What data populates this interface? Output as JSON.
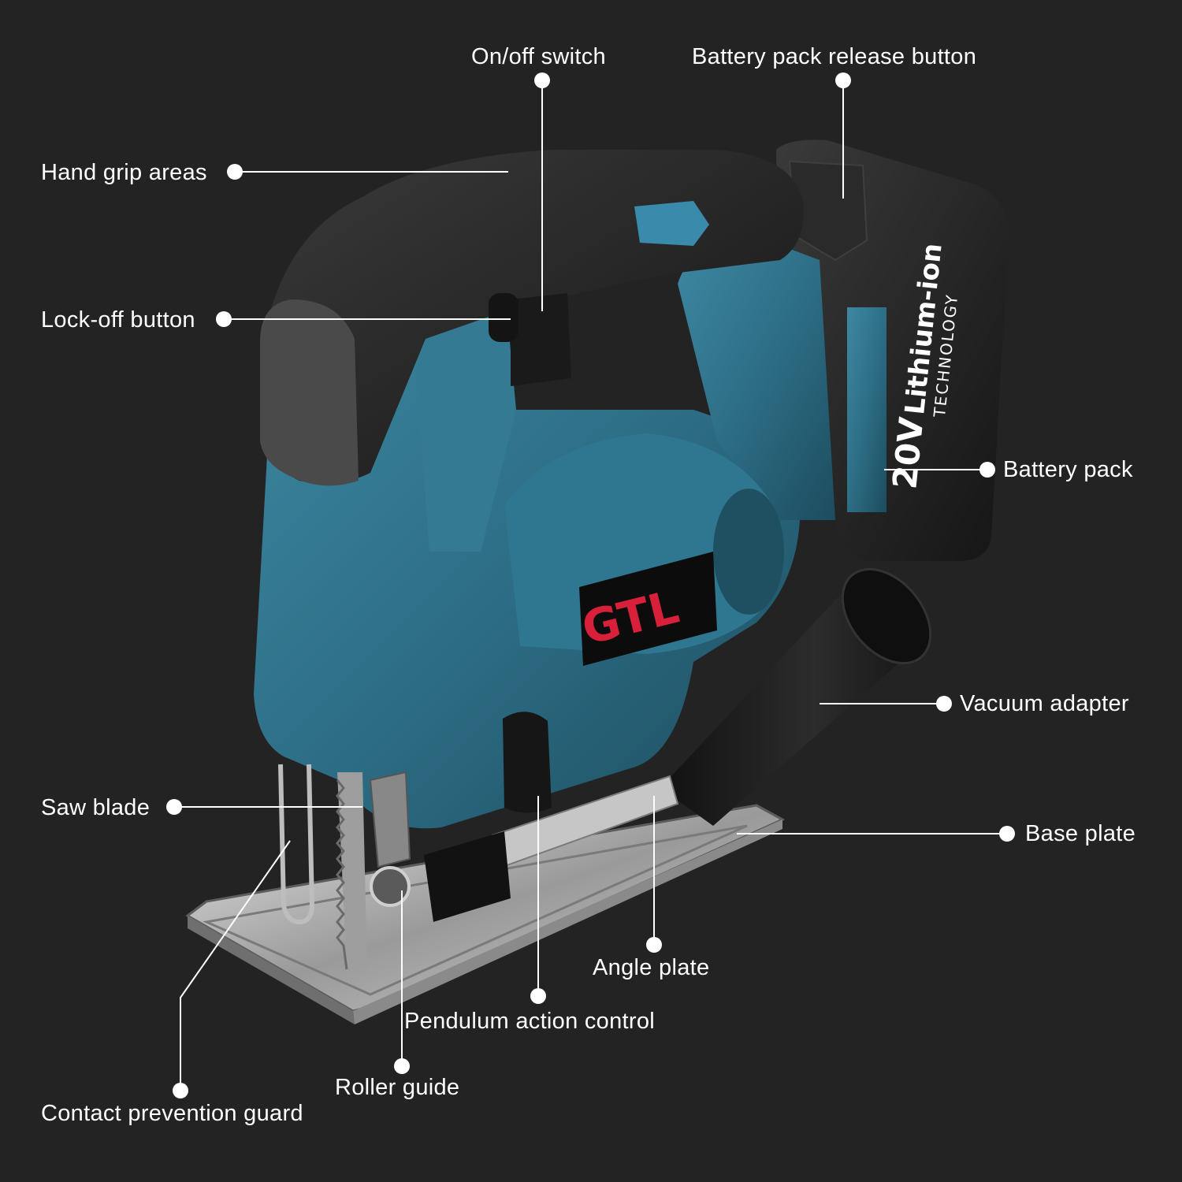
{
  "brand": {
    "logo_text": "GTL",
    "battery_voltage": "20V",
    "battery_text_main": "Lithium-ion",
    "battery_text_sub": "TECHNOLOGY"
  },
  "colors": {
    "background": "#232323",
    "body_blue": "#2d6e86",
    "grip_black": "#1c1c1c",
    "logo_red": "#d8203a",
    "leader": "#ffffff"
  },
  "callouts": {
    "on_off_switch": "On/off switch",
    "battery_release": "Battery pack release button",
    "hand_grip": "Hand grip areas",
    "lock_off": "Lock-off button",
    "battery_pack": "Battery pack",
    "vacuum_adapter": "Vacuum adapter",
    "saw_blade": "Saw blade",
    "base_plate": "Base plate",
    "angle_plate": "Angle plate",
    "pendulum": "Pendulum action control",
    "roller_guide": "Roller guide",
    "contact_guard": "Contact prevention guard"
  }
}
